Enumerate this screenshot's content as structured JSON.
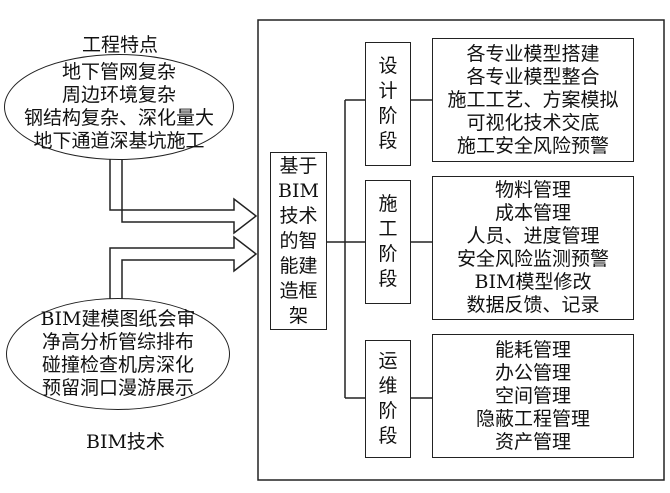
{
  "features": {
    "title": "工程特点",
    "items": [
      "地下管网复杂",
      "周边环境复杂",
      "钢结构复杂、深化量大",
      "地下通道深基坑施工"
    ]
  },
  "bim": {
    "title": "BIM技术",
    "items": [
      "BIM建模图纸会审",
      "净高分析管综排布",
      "碰撞检查机房深化",
      "预留洞口漫游展示"
    ]
  },
  "center": {
    "chars": [
      "基于",
      "BIM",
      "技术",
      "的智",
      "能建",
      "造框",
      "架"
    ]
  },
  "stages": [
    {
      "chars": [
        "设",
        "计",
        "阶",
        "段"
      ],
      "items": [
        "各专业模型搭建",
        "各专业模型整合",
        "施工工艺、方案模拟",
        "可视化技术交底",
        "施工安全风险预警"
      ]
    },
    {
      "chars": [
        "施",
        "工",
        "阶",
        "段"
      ],
      "items": [
        "物料管理",
        "成本管理",
        "人员、进度管理",
        "安全风险监测预警",
        "BIM模型修改",
        "数据反馈、记录"
      ]
    },
    {
      "chars": [
        "运",
        "维",
        "阶",
        "段"
      ],
      "items": [
        "能耗管理",
        "办公管理",
        "空间管理",
        "隐蔽工程管理",
        "资产管理"
      ]
    }
  ]
}
